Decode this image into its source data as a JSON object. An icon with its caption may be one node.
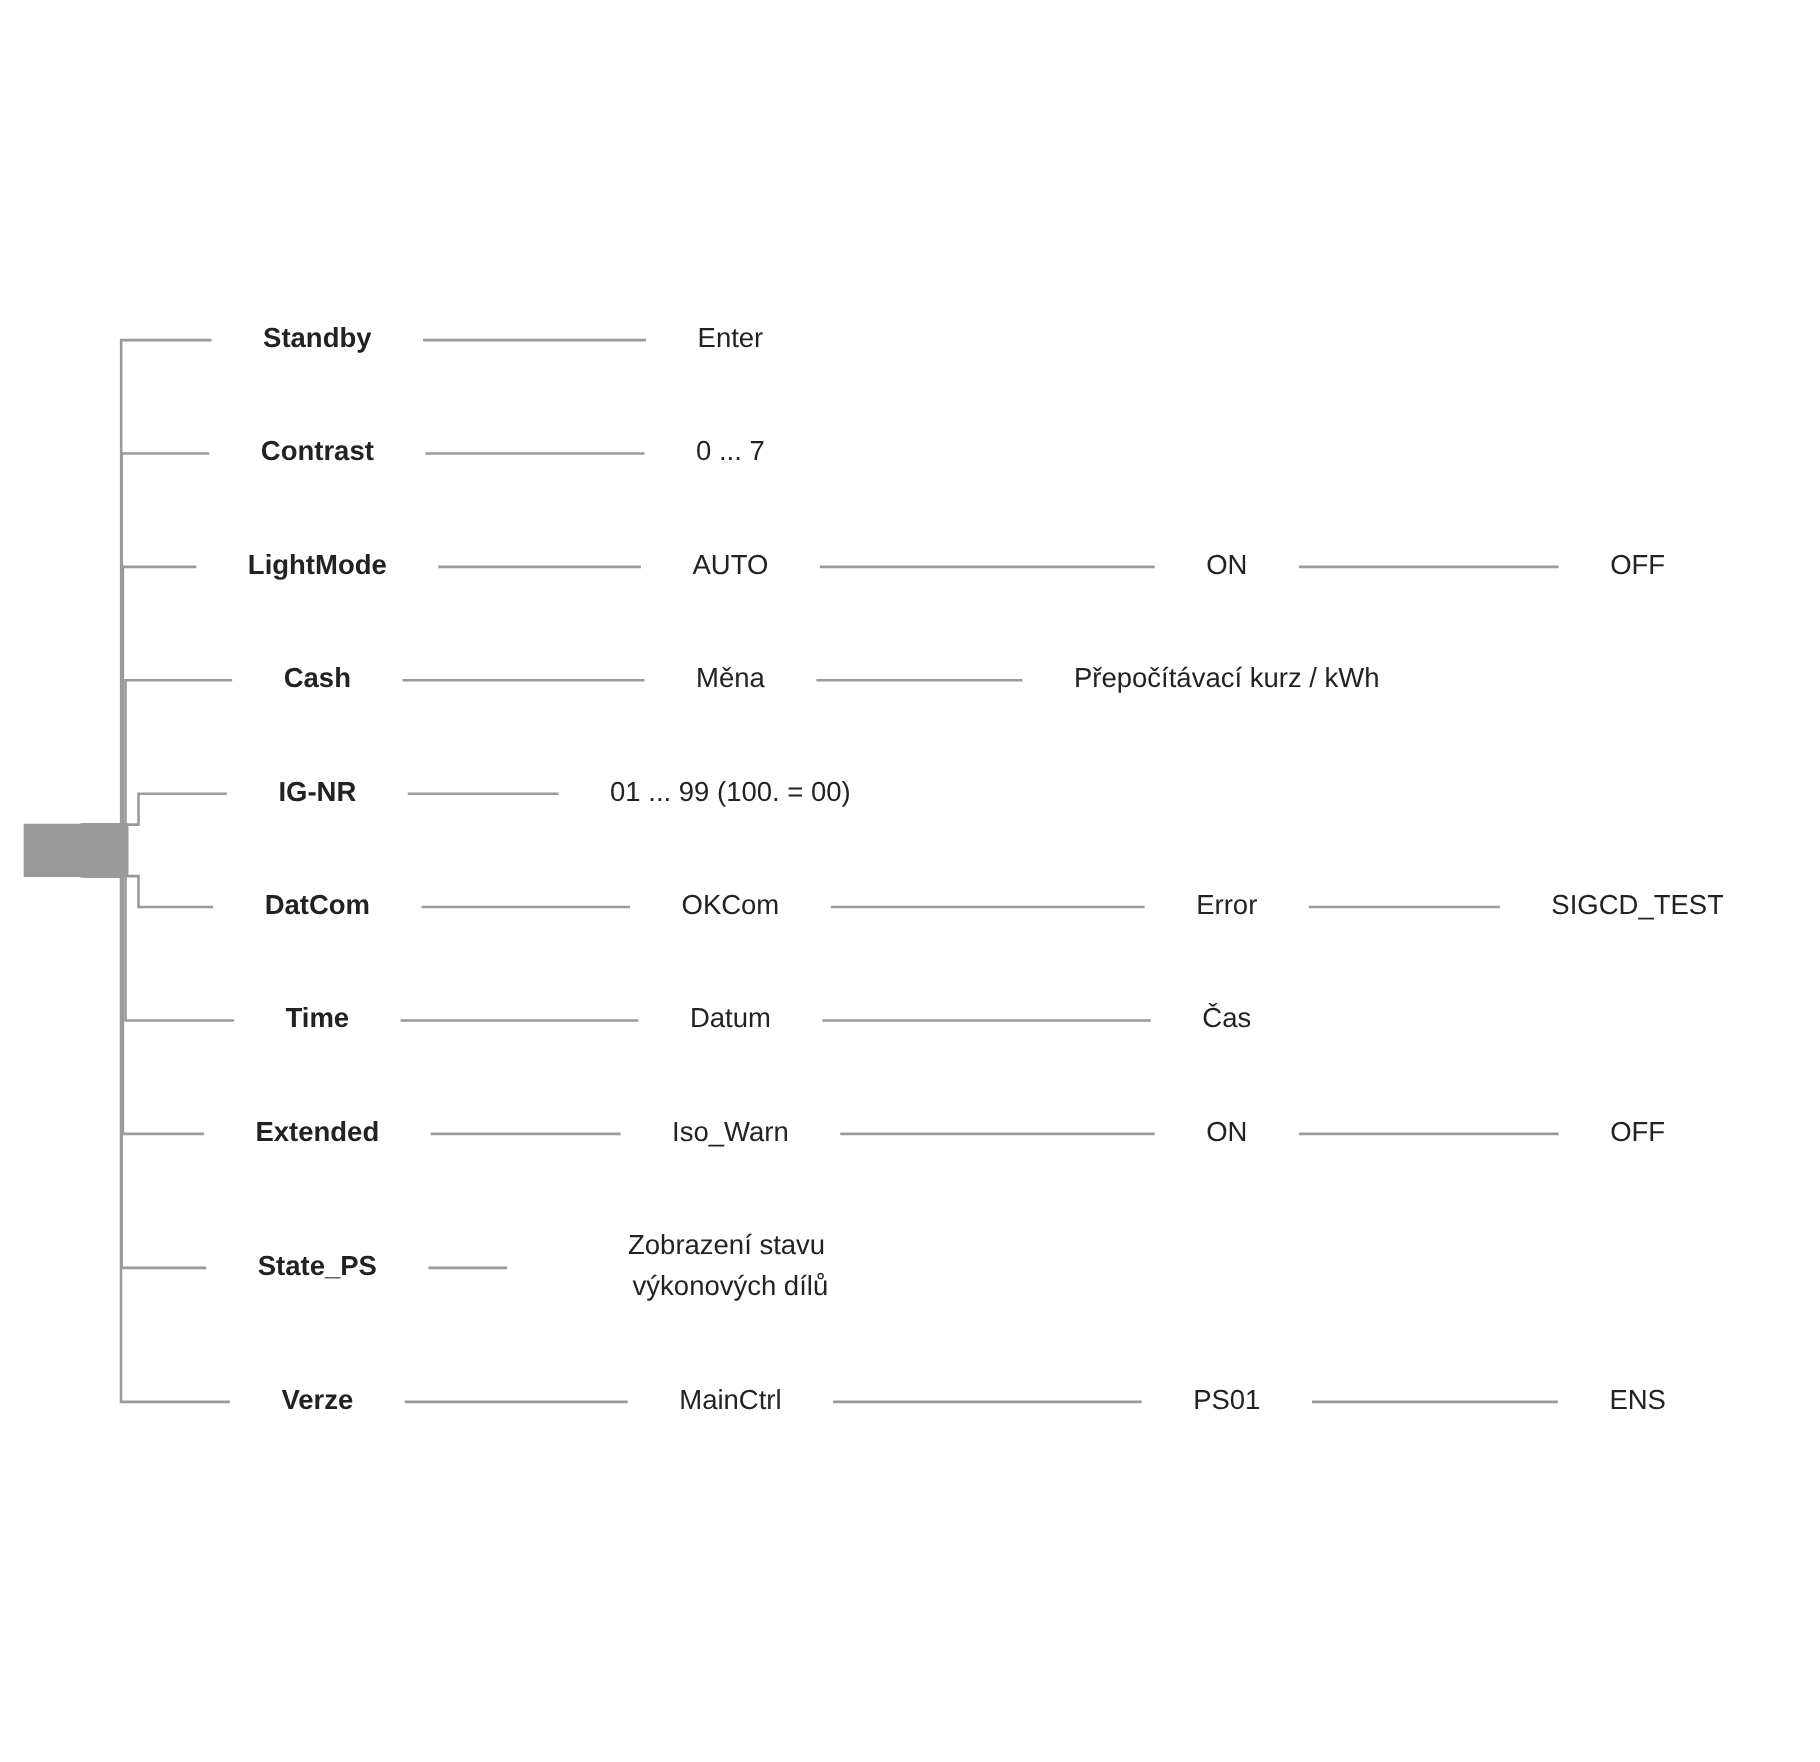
{
  "diagram": {
    "nodes": [
      {
        "text": [],
        "shape": "bar"
      },
      {
        "text": [
          "Standby"
        ]
      },
      {
        "text": [
          "Enter"
        ]
      },
      {
        "text": [
          "Contrast"
        ]
      },
      {
        "text": [
          "0 ... 7"
        ]
      },
      {
        "text": [
          "LightMode"
        ]
      },
      {
        "text": [
          "AUTO"
        ]
      },
      {
        "text": [
          "ON"
        ]
      },
      {
        "text": [
          "OFF"
        ]
      },
      {
        "text": [
          "Cash"
        ]
      },
      {
        "text": [
          "Měna"
        ]
      },
      {
        "text": [
          "Přepočítávací kurz / kWh"
        ]
      },
      {
        "text": [
          "IG-NR"
        ]
      },
      {
        "text": [
          "01 ... 99 (100. = 00)"
        ]
      },
      {
        "text": [
          "DatCom"
        ]
      },
      {
        "text": [
          "OKCom"
        ]
      },
      {
        "text": [
          "Error"
        ]
      },
      {
        "text": [
          "SIGCD_TEST"
        ]
      },
      {
        "text": [
          "Time"
        ]
      },
      {
        "text": [
          "Datum"
        ]
      },
      {
        "text": [
          "Čas"
        ]
      },
      {
        "text": [
          "Extended"
        ]
      },
      {
        "text": [
          "Iso_Warn"
        ]
      },
      {
        "text": [
          "ON"
        ]
      },
      {
        "text": [
          "OFF"
        ]
      },
      {
        "text": [
          "State_PS"
        ]
      },
      {
        "text": [
          "Zobrazení stavu výkonových dílů"
        ]
      },
      {
        "text": [
          "Verze"
        ]
      },
      {
        "text": [
          "MainCtrl"
        ]
      },
      {
        "text": [
          "PS01"
        ]
      },
      {
        "text": [
          "ENS"
        ]
      }
    ],
    "edges": [
      {
        "from": 0,
        "to": 1,
        "arrow": "none"
      },
      {
        "from": 1,
        "to": 2,
        "arrow": "none"
      },
      {
        "from": 0,
        "to": 3,
        "arrow": "none"
      },
      {
        "from": 3,
        "to": 4,
        "arrow": "none"
      },
      {
        "from": 0,
        "to": 5,
        "arrow": "none"
      },
      {
        "from": 5,
        "to": 6,
        "arrow": "none"
      },
      {
        "from": 6,
        "to": 7,
        "arrow": "none"
      },
      {
        "from": 7,
        "to": 8,
        "arrow": "none"
      },
      {
        "from": 0,
        "to": 9,
        "arrow": "none"
      },
      {
        "from": 9,
        "to": 10,
        "arrow": "none"
      },
      {
        "from": 10,
        "to": 11,
        "arrow": "none"
      },
      {
        "from": 0,
        "to": 12,
        "arrow": "none"
      },
      {
        "from": 12,
        "to": 13,
        "arrow": "none"
      },
      {
        "from": 0,
        "to": 14,
        "arrow": "none"
      },
      {
        "from": 14,
        "to": 15,
        "arrow": "none"
      },
      {
        "from": 15,
        "to": 16,
        "arrow": "none"
      },
      {
        "from": 16,
        "to": 17,
        "arrow": "none"
      },
      {
        "from": 0,
        "to": 18,
        "arrow": "none"
      },
      {
        "from": 18,
        "to": 19,
        "arrow": "none"
      },
      {
        "from": 19,
        "to": 20,
        "arrow": "none"
      },
      {
        "from": 0,
        "to": 21,
        "arrow": "none"
      },
      {
        "from": 21,
        "to": 22,
        "arrow": "none"
      },
      {
        "from": 22,
        "to": 23,
        "arrow": "none"
      },
      {
        "from": 23,
        "to": 24,
        "arrow": "none"
      },
      {
        "from": 0,
        "to": 25,
        "arrow": "none"
      },
      {
        "from": 25,
        "to": 26,
        "arrow": "none"
      },
      {
        "from": 0,
        "to": 27,
        "arrow": "none"
      },
      {
        "from": 27,
        "to": 28,
        "arrow": "none"
      },
      {
        "from": 28,
        "to": 29,
        "arrow": "none"
      },
      {
        "from": 29,
        "to": 30,
        "arrow": "none"
      }
    ]
  }
}
